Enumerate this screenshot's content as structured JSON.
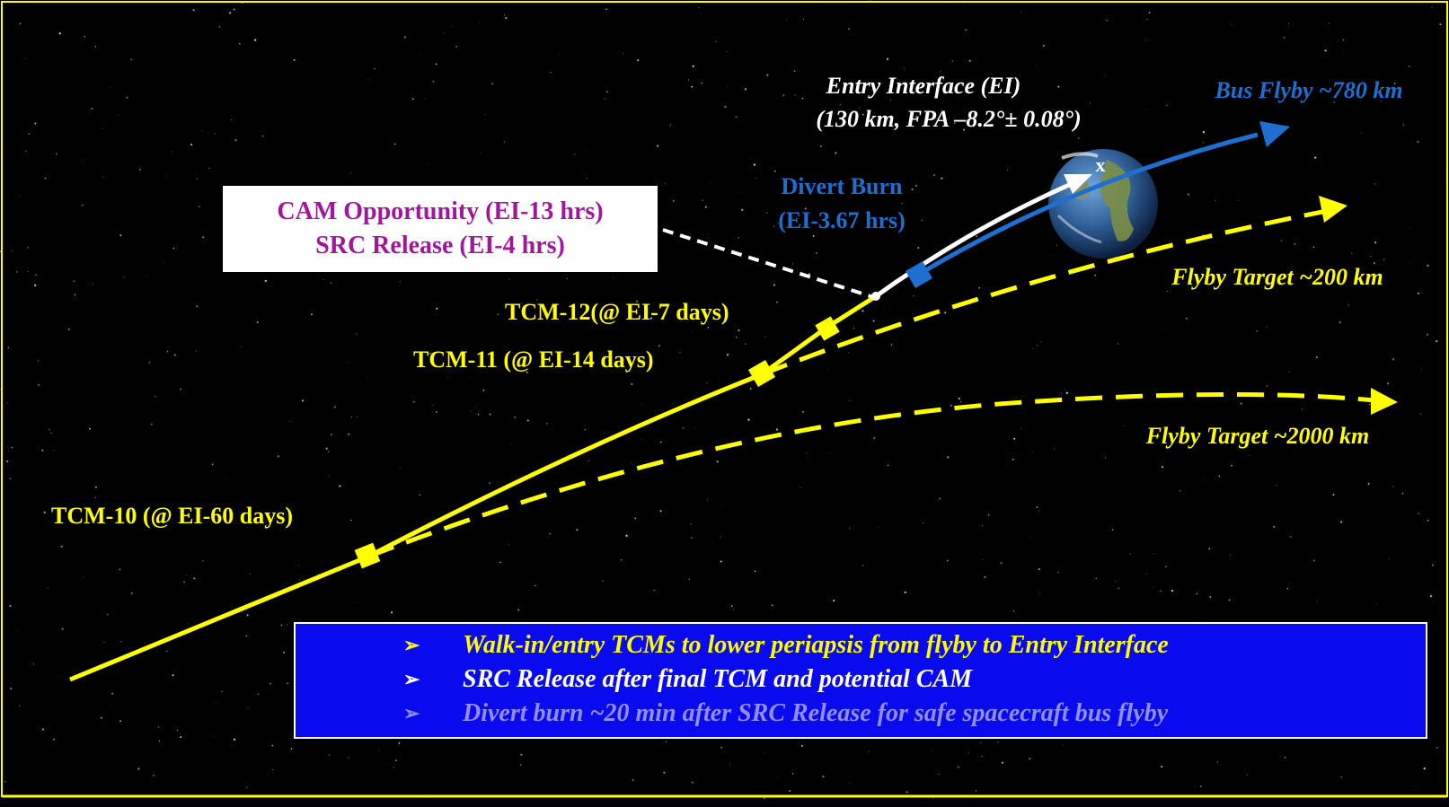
{
  "colors": {
    "background": "#000000",
    "frame": "#ffff00",
    "trajectory": "#ffff00",
    "bus": "#1f6fd0",
    "src_path": "#ffffff",
    "cam_text": "#a0189a",
    "box_fill": "#0a0aef",
    "bullet_primary": "#ffff00",
    "bullet_faded": "#8f8fe8"
  },
  "labels": {
    "entry_interface_line1": "Entry Interface (EI)",
    "entry_interface_line2": "(130 km, FPA –8.2°± 0.08°)",
    "bus_flyby": "Bus Flyby ~780 km",
    "divert_burn_line1": "Divert Burn",
    "divert_burn_line2": "(EI-3.67 hrs)",
    "cam_line1": "CAM Opportunity (EI-13 hrs)",
    "cam_line2": "SRC Release (EI-4 hrs)",
    "tcm12": "TCM-12(@ EI-7 days)",
    "tcm11": "TCM-11 (@ EI-14 days)",
    "tcm10": "TCM-10 (@ EI-60 days)",
    "flyby_200": "Flyby Target ~200 km",
    "flyby_2000": "Flyby Target ~2000 km",
    "earth_marker": "x"
  },
  "bullets": [
    {
      "mark": "➢",
      "text": "Walk-in/entry TCMs to lower periapsis from flyby to Entry Interface"
    },
    {
      "mark": "➢",
      "text": "SRC Release after final TCM and potential CAM"
    },
    {
      "mark": "➢",
      "text": "Divert burn ~20 min after SRC Release for safe spacecraft bus flyby"
    }
  ],
  "icons": {
    "earth": "earth-globe-icon",
    "tcm_marker": "yellow-square-marker-icon",
    "divert_marker": "blue-square-marker-icon",
    "bullet_arrow": "arrowhead-bullet-icon"
  }
}
